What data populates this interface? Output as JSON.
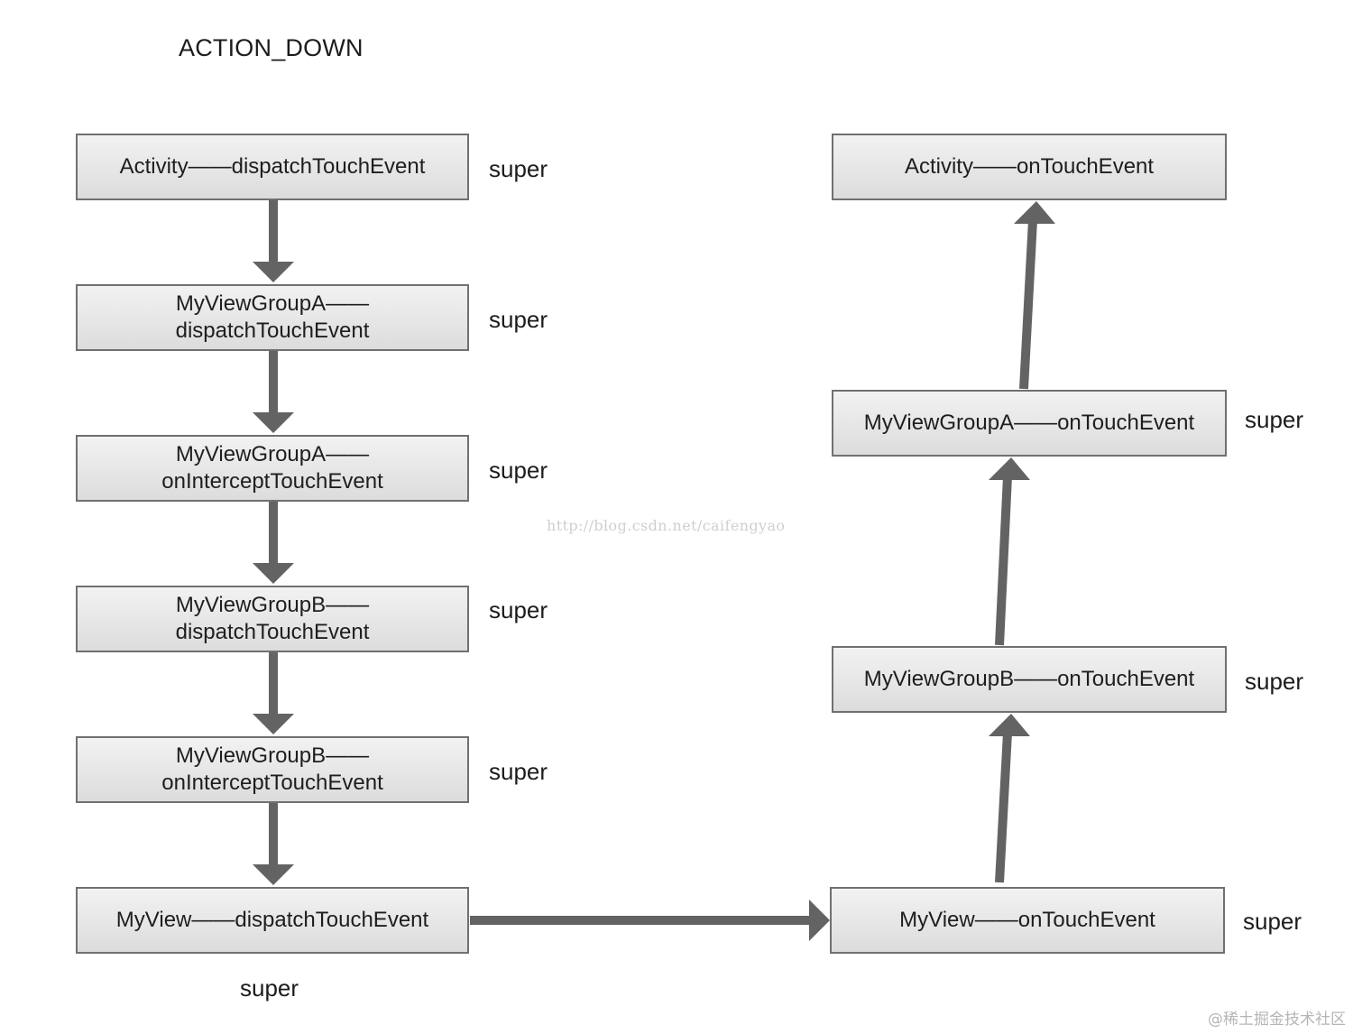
{
  "title": "ACTION_DOWN",
  "super_label": "super",
  "left_column": [
    {
      "line1": "Activity——dispatchTouchEvent",
      "line2": ""
    },
    {
      "line1": "MyViewGroupA——",
      "line2": "dispatchTouchEvent"
    },
    {
      "line1": "MyViewGroupA——",
      "line2": "onInterceptTouchEvent"
    },
    {
      "line1": "MyViewGroupB——",
      "line2": "dispatchTouchEvent"
    },
    {
      "line1": "MyViewGroupB——",
      "line2": "onInterceptTouchEvent"
    },
    {
      "line1": "MyView——dispatchTouchEvent",
      "line2": ""
    }
  ],
  "right_column": [
    {
      "line1": "Activity——onTouchEvent"
    },
    {
      "line1": "MyViewGroupA——onTouchEvent"
    },
    {
      "line1": "MyViewGroupB——onTouchEvent"
    },
    {
      "line1": "MyView——onTouchEvent"
    }
  ],
  "watermark": "http://blog.csdn.net/caifengyao",
  "footer": "@稀土掘金技术社区",
  "colors": {
    "arrow": "#636363",
    "box_border": "#707070"
  }
}
